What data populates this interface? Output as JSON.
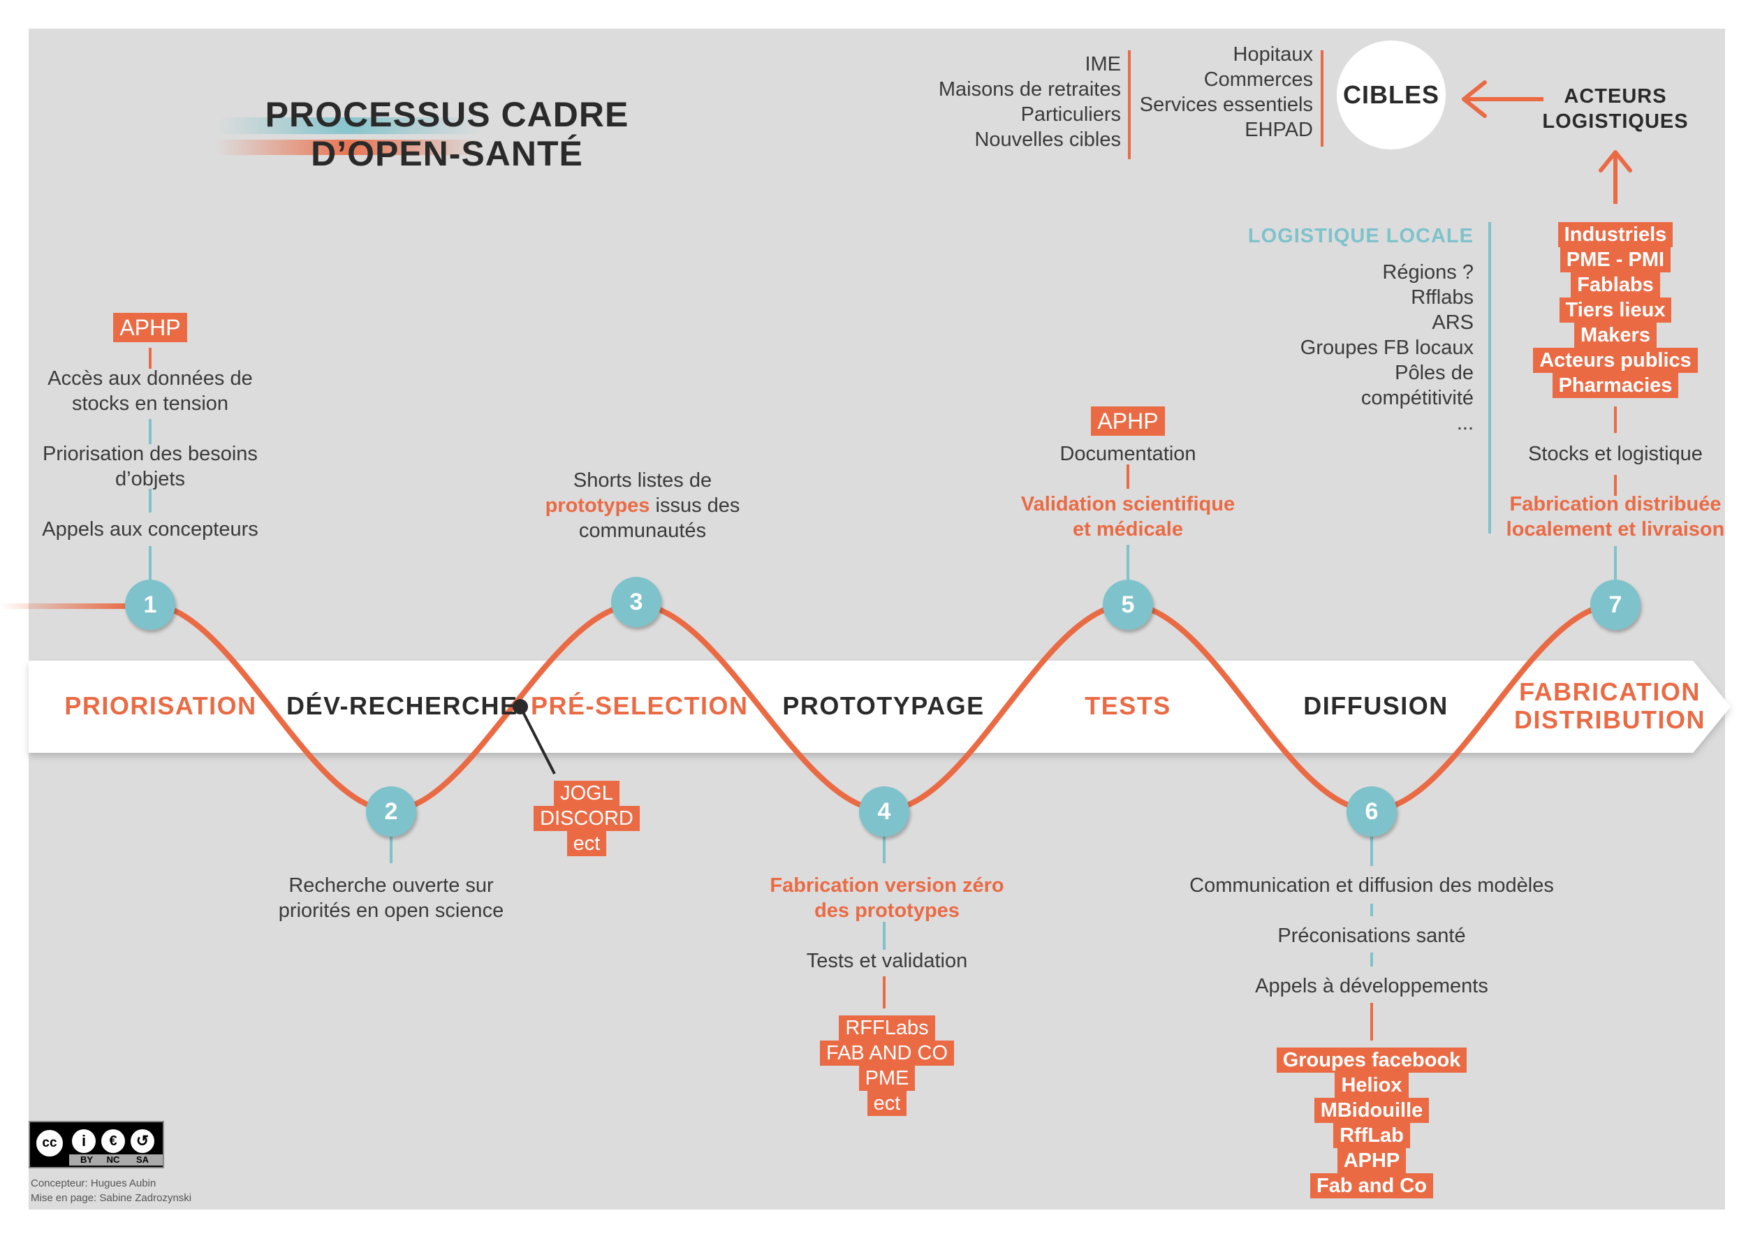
{
  "title": [
    "PROCESSUS CADRE",
    "D’OPEN-SANTÉ"
  ],
  "colors": {
    "background": "#dcdcdc",
    "orange": "#ea6a44",
    "teal": "#7ec2cb",
    "dark": "#3a3a3a"
  },
  "stages": [
    {
      "label": "PRIORISATION",
      "accent": true
    },
    {
      "label": "DÉV-RECHERCHE",
      "accent": false
    },
    {
      "label": "PRÉ-SELECTION",
      "accent": true
    },
    {
      "label": "PROTOTYPAGE",
      "accent": false
    },
    {
      "label": "TESTS",
      "accent": true
    },
    {
      "label": "DIFFUSION",
      "accent": false
    },
    {
      "label": "FABRICATION",
      "label2": "DISTRIBUTION",
      "accent": true
    }
  ],
  "steps": [
    "1",
    "2",
    "3",
    "4",
    "5",
    "6",
    "7"
  ],
  "step1": {
    "box": "APHP",
    "items": [
      "Accès aux données de",
      "stocks en tension",
      "Priorisation des besoins",
      "d’objets",
      "Appels aux concepteurs"
    ]
  },
  "step2": {
    "items": [
      "Recherche ouverte sur",
      "priorités en open science"
    ],
    "tools": [
      "JOGL",
      "DISCORD",
      "ect"
    ]
  },
  "step3": {
    "line1": "Shorts listes de",
    "highlight": "prototypes",
    "line2_rest": " issus des",
    "line3": "communautés"
  },
  "step4": {
    "highlight": [
      "Fabrication version zéro",
      "des prototypes"
    ],
    "item": "Tests et validation",
    "boxes": [
      "RFFLabs",
      "FAB AND CO",
      "PME",
      "ect"
    ]
  },
  "step5": {
    "box": "APHP",
    "item": "Documentation",
    "highlight": [
      "Validation scientifique",
      "et médicale"
    ]
  },
  "step6": {
    "items": [
      "Communication et diffusion des modèles",
      "Préconisations santé",
      "Appels à développements"
    ],
    "boxes": [
      "Groupes facebook",
      "Heliox",
      "MBidouille",
      "RffLab",
      "APHP",
      "Fab and Co"
    ]
  },
  "step7": {
    "boxes": [
      "Industriels",
      "PME - PMI",
      "Fablabs",
      "Tiers lieux",
      "Makers",
      "Acteurs publics",
      "Pharmacies"
    ],
    "item": "Stocks et logistique",
    "highlight": [
      "Fabrication distribuée",
      "localement et livraison"
    ]
  },
  "logistique_locale": {
    "heading": "LOGISTIQUE LOCALE",
    "items": [
      "Régions ?",
      "Rfflabs",
      "ARS",
      "Groupes FB locaux",
      "Pôles de",
      "compétitivité",
      "..."
    ]
  },
  "cibles": {
    "label": "CIBLES",
    "col1": [
      "IME",
      "Maisons de retraites",
      "Particuliers",
      "Nouvelles cibles"
    ],
    "col2": [
      "Hopitaux",
      "Commerces",
      "Services essentiels",
      "EHPAD"
    ]
  },
  "acteurs": [
    "ACTEURS",
    "LOGISTIQUES"
  ],
  "license": {
    "badge": [
      "BY",
      "NC",
      "SA"
    ]
  },
  "credits": [
    "Concepteur: Hugues Aubin",
    "Mise en page: Sabine Zadrozynski"
  ]
}
